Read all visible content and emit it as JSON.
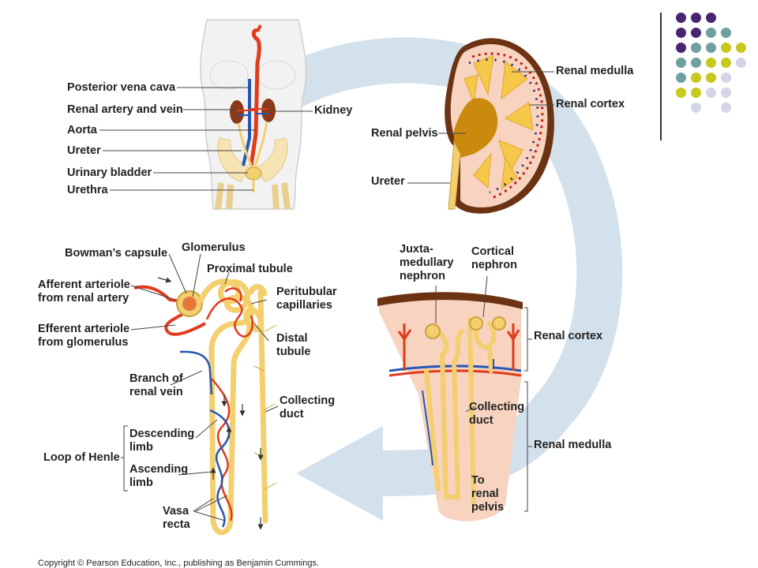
{
  "colors": {
    "purple": "#4a2470",
    "teal": "#6fa0a0",
    "lime": "#c8c81e",
    "lavender": "#d4d4e8",
    "arrow": "#d3e1ec",
    "artery": "#e23a1c",
    "vein": "#2557b5",
    "tubule": "#f3cf6e",
    "medulla": "#f6c84a",
    "pelvis": "#c98a0e",
    "cortex_tissue": "#f7d3c0",
    "capsule_brown": "#6b3312"
  },
  "deco_dots": [
    [
      "purple",
      "purple",
      "purple",
      null,
      null
    ],
    [
      "purple",
      "purple",
      "teal",
      "teal",
      null
    ],
    [
      "purple",
      "teal",
      "teal",
      "lime",
      "lime"
    ],
    [
      "teal",
      "teal",
      "lime",
      "lime",
      "lavender"
    ],
    [
      "teal",
      "lime",
      "lime",
      "lavender",
      null
    ],
    [
      "lime",
      "lime",
      "lavender",
      "lavender",
      null
    ],
    [
      null,
      "lavender",
      null,
      "lavender",
      null
    ]
  ],
  "body_panel": {
    "labels": {
      "posterior_vena_cava": "Posterior vena cava",
      "renal_artery_and_vein": "Renal artery and vein",
      "aorta": "Aorta",
      "ureter": "Ureter",
      "urinary_bladder": "Urinary bladder",
      "urethra": "Urethra",
      "kidney": "Kidney"
    }
  },
  "kidney_panel": {
    "labels": {
      "renal_medulla": "Renal medulla",
      "renal_cortex": "Renal cortex",
      "renal_pelvis": "Renal pelvis",
      "ureter": "Ureter"
    }
  },
  "nephron_panel": {
    "labels": {
      "bowmans_capsule": "Bowman’s capsule",
      "glomerulus": "Glomerulus",
      "proximal_tubule": "Proximal tubule",
      "afferent_1": "Afferent arteriole",
      "afferent_2": "from renal artery",
      "peritubular_1": "Peritubular",
      "peritubular_2": "capillaries",
      "efferent_1": "Efferent arteriole",
      "efferent_2": "from glomerulus",
      "distal_1": "Distal",
      "distal_2": "tubule",
      "branch_1": "Branch of",
      "branch_2": "renal vein",
      "collecting_1": "Collecting",
      "collecting_2": "duct",
      "descending_1": "Descending",
      "descending_2": "limb",
      "loop_of_henle": "Loop of Henle",
      "ascending_1": "Ascending",
      "ascending_2": "limb",
      "vasa_1": "Vasa",
      "vasa_2": "recta"
    }
  },
  "section_panel": {
    "labels": {
      "juxta_1": "Juxta-",
      "juxta_2": "medullary",
      "juxta_3": "nephron",
      "cortical_1": "Cortical",
      "cortical_2": "nephron",
      "renal_cortex": "Renal cortex",
      "collecting_1": "Collecting",
      "collecting_2": "duct",
      "renal_medulla": "Renal medulla",
      "to_1": "To",
      "to_2": "renal",
      "to_3": "pelvis"
    }
  },
  "copyright": "Copyright © Pearson Education, Inc., publishing as Benjamin Cummings."
}
